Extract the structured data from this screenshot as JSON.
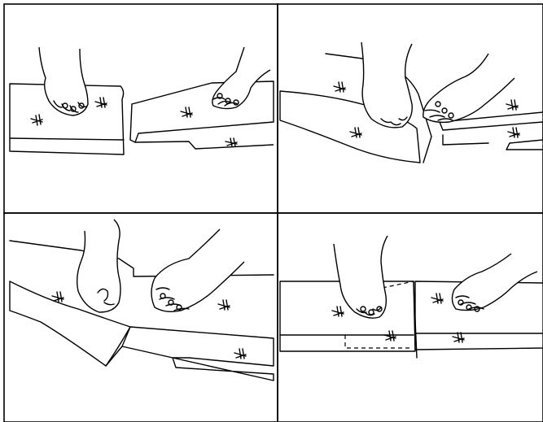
{
  "figure": {
    "type": "instructional-illustration",
    "panels": [
      {
        "id": "panel-1",
        "description_icon": "hands-placing-fabric-pieces-icon"
      },
      {
        "id": "panel-2",
        "description_icon": "hands-folding-fabric-edge-icon"
      },
      {
        "id": "panel-3",
        "description_icon": "hands-pinching-fold-icon"
      },
      {
        "id": "panel-4",
        "description_icon": "hands-aligning-joined-fabric-icon"
      }
    ],
    "colors": {
      "line": "#000000",
      "background": "#ffffff"
    }
  }
}
